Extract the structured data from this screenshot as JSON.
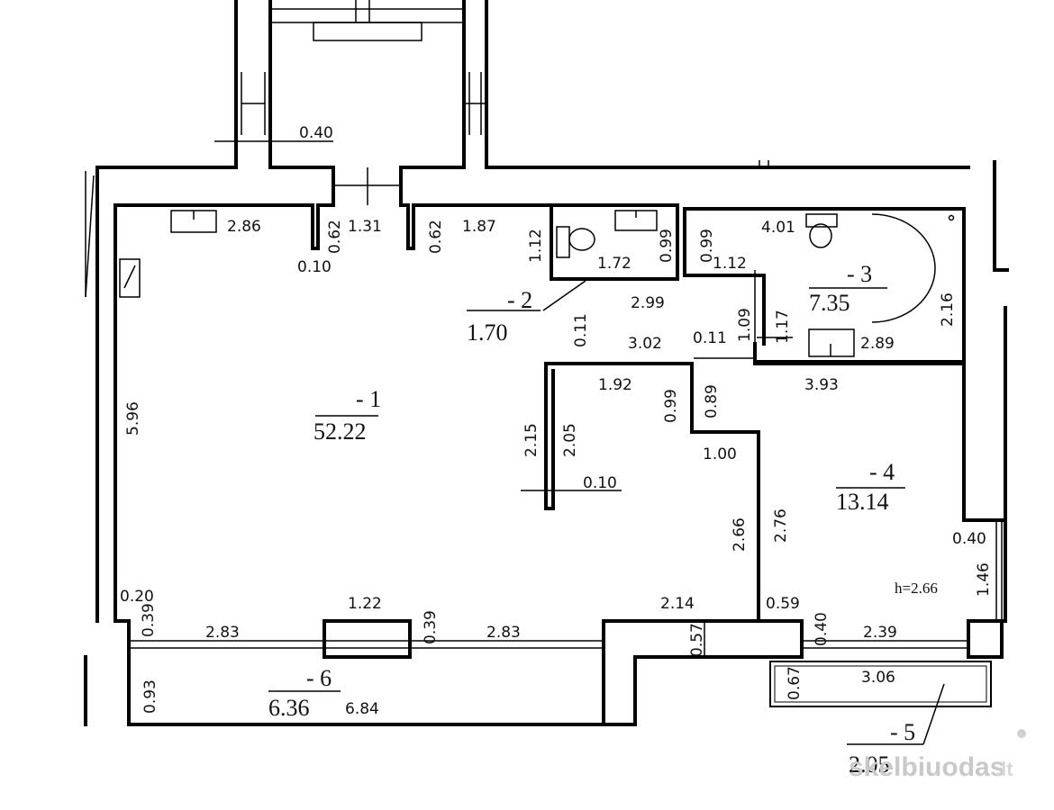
{
  "rooms": [
    {
      "number": "- 1",
      "area": "52.22"
    },
    {
      "number": "- 2",
      "area": "1.70"
    },
    {
      "number": "- 3",
      "area": "7.35"
    },
    {
      "number": "- 4",
      "area": "13.14"
    },
    {
      "number": "- 5",
      "area": "2.05"
    },
    {
      "number": "- 6",
      "area": "6.36"
    }
  ],
  "dimensions": {
    "d_040_top": "0.40",
    "d_286": "2.86",
    "d_062_a": "0.62",
    "d_131": "1.31",
    "d_062_b": "0.62",
    "d_187": "1.87",
    "d_112_a": "1.12",
    "d_010_a": "0.10",
    "d_172": "1.72",
    "d_099_a": "0.99",
    "d_099_b": "0.99",
    "d_401": "4.01",
    "d_112_b": "1.12",
    "d_216": "2.16",
    "d_299": "2.99",
    "d_011_a": "0.11",
    "d_302": "3.02",
    "d_011_b": "0.11",
    "d_109": "1.09",
    "d_117": "1.17",
    "d_289": "2.89",
    "d_596": "5.96",
    "d_192": "1.92",
    "d_099_c": "0.99",
    "d_089": "0.89",
    "d_393": "3.93",
    "d_215": "2.15",
    "d_205": "2.05",
    "d_100": "1.00",
    "d_010_b": "0.10",
    "d_266": "2.66",
    "d_276": "2.76",
    "d_040_b": "0.40",
    "d_146": "1.46",
    "d_020": "0.20",
    "d_039_a": "0.39",
    "d_122": "1.22",
    "d_039_b": "0.39",
    "d_214": "2.14",
    "d_059": "0.59",
    "d_283_a": "2.83",
    "d_283_b": "2.83",
    "d_057": "0.57",
    "d_040_c": "0.40",
    "d_239": "2.39",
    "d_093": "0.93",
    "d_684": "6.84",
    "d_067": "0.67",
    "d_306": "3.06"
  },
  "notes": {
    "height": "h=2.66"
  },
  "watermark": {
    "text": "skelbiuodas",
    "suffix": ".lt"
  }
}
